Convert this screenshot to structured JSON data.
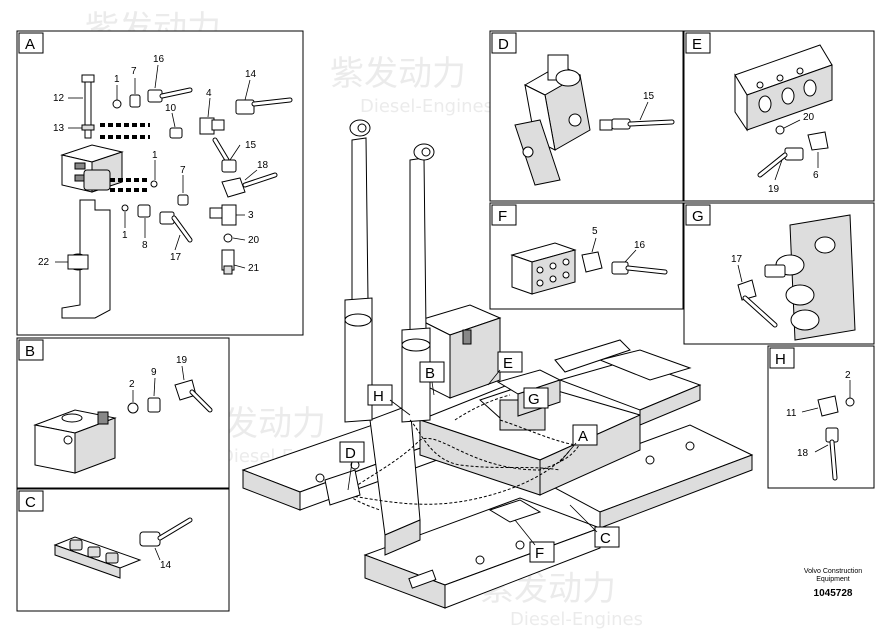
{
  "panels": {
    "A": {
      "title": "A",
      "parts": [
        "12",
        "7",
        "16",
        "1",
        "14",
        "13",
        "10",
        "4",
        "15",
        "1",
        "18",
        "7",
        "3",
        "1",
        "8",
        "20",
        "17",
        "22",
        "21"
      ]
    },
    "B": {
      "title": "B",
      "parts": [
        "2",
        "9",
        "19"
      ]
    },
    "C": {
      "title": "C",
      "parts": [
        "14"
      ]
    },
    "D": {
      "title": "D",
      "parts": [
        "15"
      ]
    },
    "E": {
      "title": "E",
      "parts": [
        "20",
        "19",
        "6"
      ]
    },
    "F": {
      "title": "F",
      "parts": [
        "5",
        "16"
      ]
    },
    "G": {
      "title": "G",
      "parts": [
        "17"
      ]
    },
    "H": {
      "title": "H",
      "parts": [
        "2",
        "11",
        "18"
      ]
    }
  },
  "callouts": [
    "A",
    "B",
    "C",
    "D",
    "E",
    "F",
    "G",
    "H"
  ],
  "watermark": {
    "brand": "紫发动力",
    "sub": "Diesel-Engines"
  },
  "footer": {
    "company": "Volvo Construction",
    "sub": "Equipment",
    "doc_number": "1045728"
  }
}
